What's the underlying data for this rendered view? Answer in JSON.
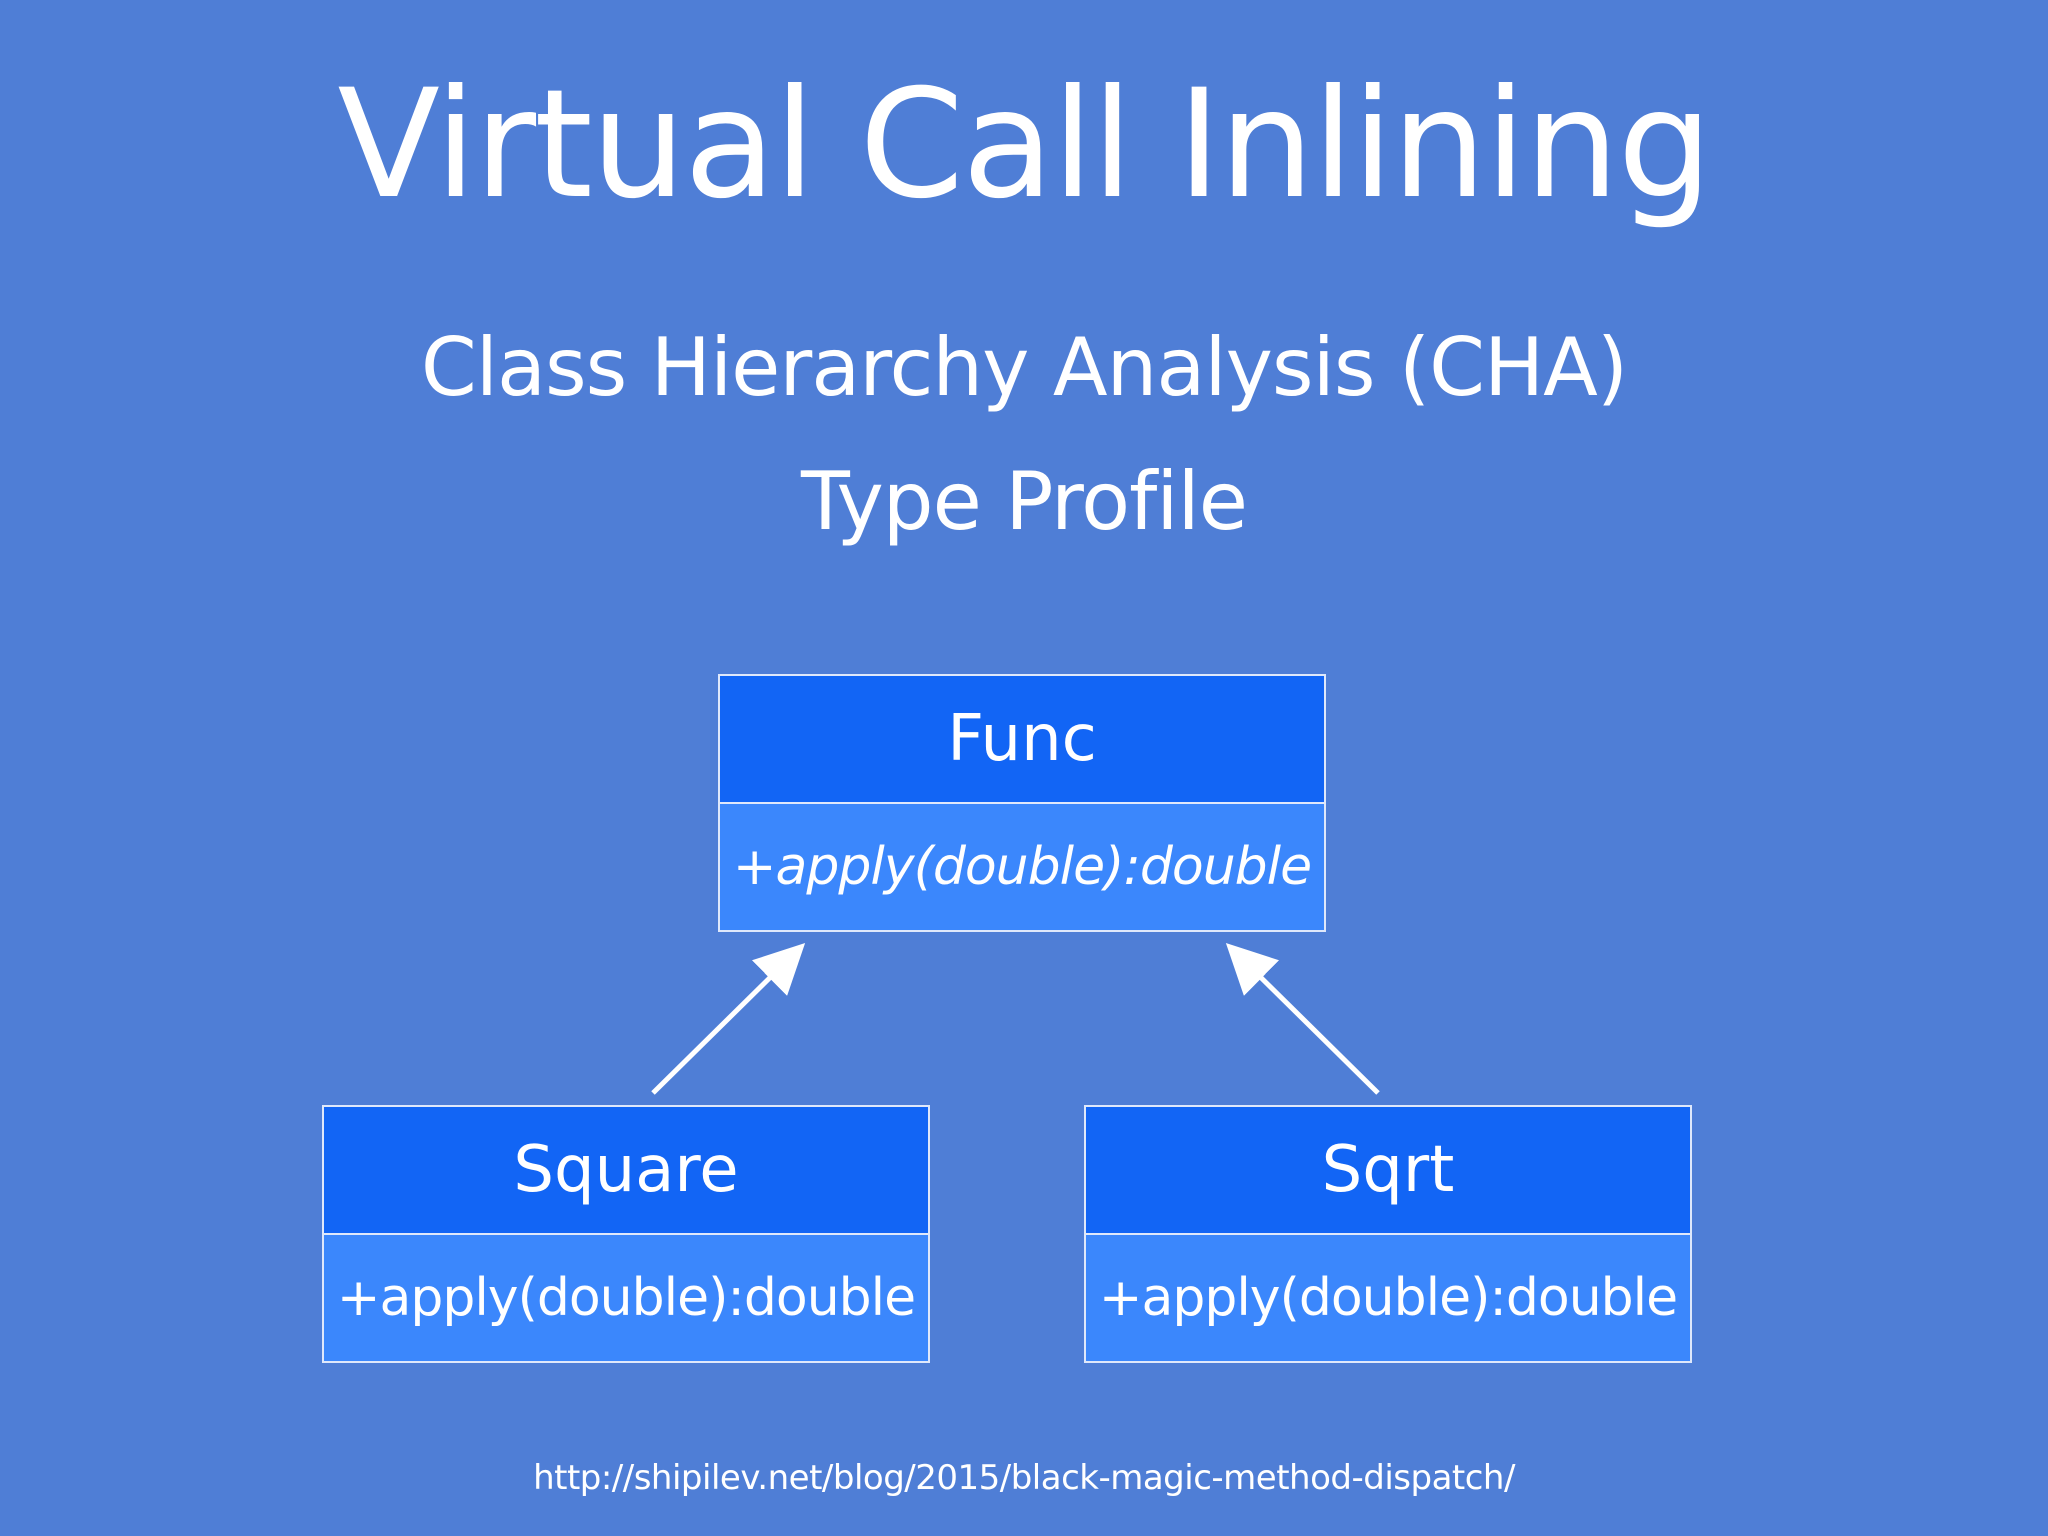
{
  "slide": {
    "title": "Virtual Call Inlining",
    "subtitle_line1": "Class Hierarchy Analysis (CHA)",
    "subtitle_line2": "Type Profile",
    "footer_url": "http://shipilev.net/blog/2015/black-magic-method-dispatch/"
  },
  "diagram": {
    "classes": {
      "func": {
        "name": "Func",
        "method": "+apply(double):double",
        "method_style": "italic"
      },
      "square": {
        "name": "Square",
        "method": "+apply(double):double",
        "method_style": "normal"
      },
      "sqrt": {
        "name": "Sqrt",
        "method": "+apply(double):double",
        "method_style": "normal"
      }
    },
    "relations": [
      {
        "from": "Square",
        "to": "Func",
        "kind": "inheritance-arrow"
      },
      {
        "from": "Sqrt",
        "to": "Func",
        "kind": "inheritance-arrow"
      }
    ]
  },
  "colors": {
    "background": "#4f7ed6",
    "class_header": "#1265f5",
    "class_body": "#3b87fc",
    "border": "#dfe8fb",
    "text": "#ffffff"
  }
}
